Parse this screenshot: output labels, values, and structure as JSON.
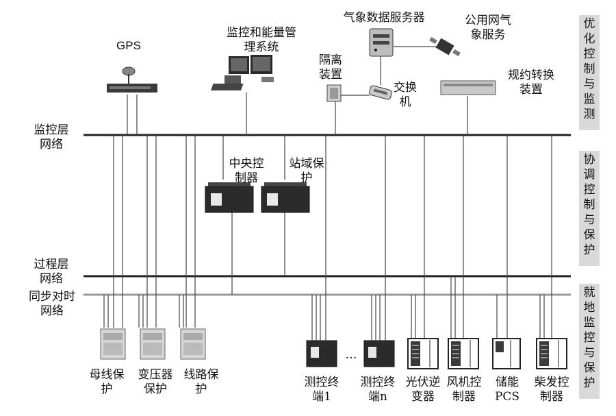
{
  "top_devices": {
    "gps": "GPS",
    "monitor_system": "监控和能量管\n理系统",
    "isolation": "隔离\n装置",
    "weather_server": "气象数据服务器",
    "public_weather": "公用网气\n象服务",
    "switch": "交换\n机",
    "protocol_converter": "规约转换\n装置"
  },
  "middle_devices": {
    "central_controller": "中央控\n制器",
    "station_protection": "站域保\n护"
  },
  "networks": {
    "monitor_layer": "监控层\n网络",
    "process_layer": "过程层\n网络",
    "sync_timing": "同步对时\n网络"
  },
  "bottom_devices": {
    "bus_protection": "母线保\n护",
    "transformer_protection": "变压器\n保护",
    "line_protection": "线路保\n护",
    "terminal_1": "测控终\n端1",
    "ellipsis": "…",
    "terminal_n": "测控终\n端n",
    "pv_inverter": "光伏逆\n变器",
    "wind_controller": "风机控\n制器",
    "storage_pcs": "储能\nPCS",
    "diesel_controller": "柴发控\n制器"
  },
  "side_labels": {
    "optimize": "优\n化\n控\n制\n与\n监\n测",
    "coordinate": "协\n调\n控\n制\n与\n保\n护",
    "local": "就\n地\n监\n控\n与\n保\n护"
  }
}
